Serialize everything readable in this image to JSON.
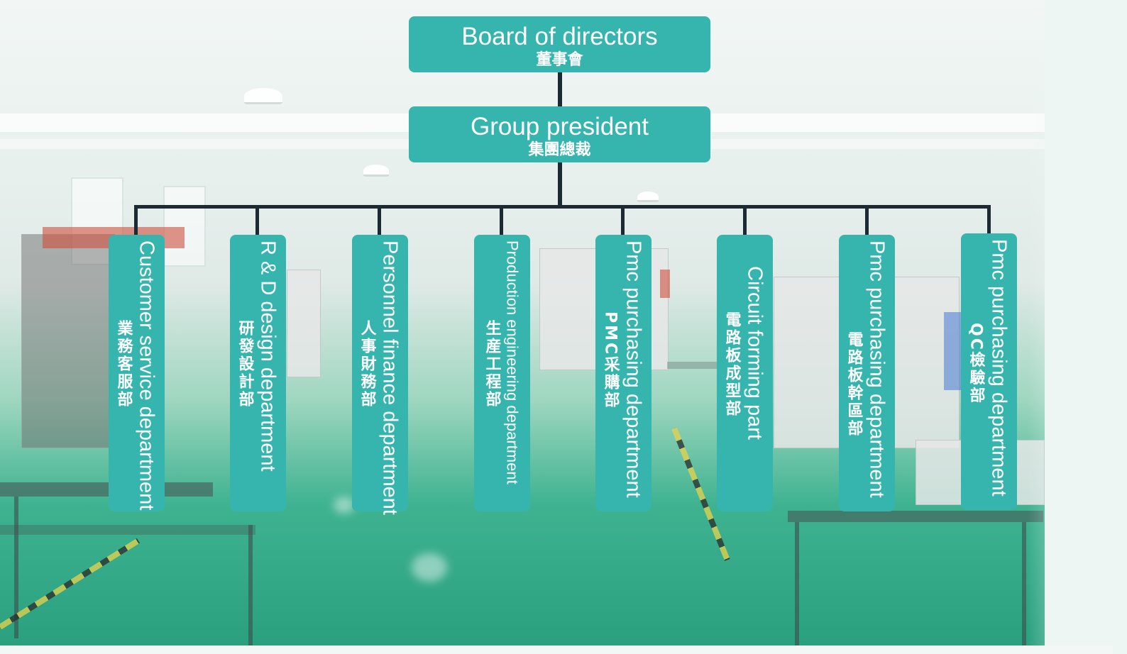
{
  "chart": {
    "top": {
      "title_en": "Board of directors",
      "title_zh": "董事會"
    },
    "president": {
      "title_en": "Group president",
      "title_zh": "集團總裁"
    },
    "departments": [
      {
        "en": "Customer service department",
        "zh": "業務客服部"
      },
      {
        "en": "R & D design department",
        "zh": "研發設計部"
      },
      {
        "en": "Personnel finance department",
        "zh": "人事財務部"
      },
      {
        "en": "Production engineering department",
        "zh": "生産工程部"
      },
      {
        "en": "Pmc purchasing department",
        "zh": "PMC采購部"
      },
      {
        "en": "Circuit forming part",
        "zh": "電路板成型部"
      },
      {
        "en": "Pmc purchasing department",
        "zh": "電路板幹區部"
      },
      {
        "en": "Pmc purchasing department",
        "zh": "QC檢驗部"
      }
    ]
  },
  "colors": {
    "box": "#36b5ae",
    "connector": "#1c2a33",
    "text": "#ffffff"
  }
}
